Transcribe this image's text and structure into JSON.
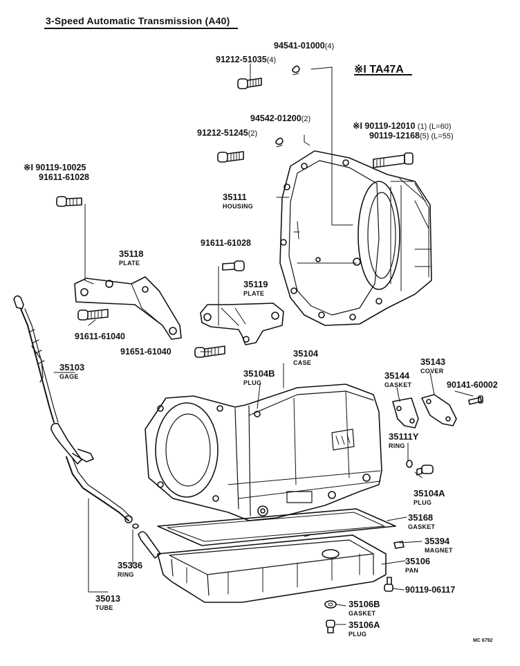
{
  "title": "3-Speed Automatic Transmission (A40)",
  "variant_note": "※I TA47A",
  "drawing_code": "MC 6792",
  "parts": {
    "p94541": {
      "code": "94541-01000",
      "qty": "(4)"
    },
    "p91212a": {
      "code": "91212-51035",
      "qty": "(4)"
    },
    "p94542": {
      "code": "94542-01200",
      "qty": "(2)"
    },
    "p91212b": {
      "code": "91212-51245",
      "qty": "(2)"
    },
    "p90119a": {
      "code": "※I 90119-12010",
      "qty": "(1) (L=60)"
    },
    "p90119b": {
      "code": "90119-12168",
      "qty": "(5) (L=55)"
    },
    "p90119c": {
      "code": "※I 90119-10025"
    },
    "p91611a": {
      "code": "91611-61028"
    },
    "p35111": {
      "num": "35111",
      "name": "HOUSING"
    },
    "p35118": {
      "num": "35118",
      "name": "PLATE"
    },
    "p91611b": {
      "code": "91611-61028"
    },
    "p35119": {
      "num": "35119",
      "name": "PLATE"
    },
    "p91611c": {
      "code": "91611-61040"
    },
    "p91651": {
      "code": "91651-61040"
    },
    "p35103": {
      "num": "35103",
      "name": "GAGE"
    },
    "p35104": {
      "num": "35104",
      "name": "CASE"
    },
    "p35104b": {
      "num": "35104B",
      "name": "PLUG"
    },
    "p35144": {
      "num": "35144",
      "name": "GASKET"
    },
    "p35143": {
      "num": "35143",
      "name": "COVER"
    },
    "p90141": {
      "code": "90141-60002"
    },
    "p35111y": {
      "num": "35111Y",
      "name": "RING"
    },
    "p35104a": {
      "num": "35104A",
      "name": "PLUG"
    },
    "p35168": {
      "num": "35168",
      "name": "GASKET"
    },
    "p35394": {
      "num": "35394",
      "name": "MAGNET"
    },
    "p35106": {
      "num": "35106",
      "name": "PAN"
    },
    "p90119d": {
      "code": "90119-06117"
    },
    "p35336": {
      "num": "35336",
      "name": "RING"
    },
    "p35013": {
      "num": "35013",
      "name": "TUBE"
    },
    "p35106b": {
      "num": "35106B",
      "name": "GASKET"
    },
    "p35106a": {
      "num": "35106A",
      "name": "PLUG"
    }
  }
}
